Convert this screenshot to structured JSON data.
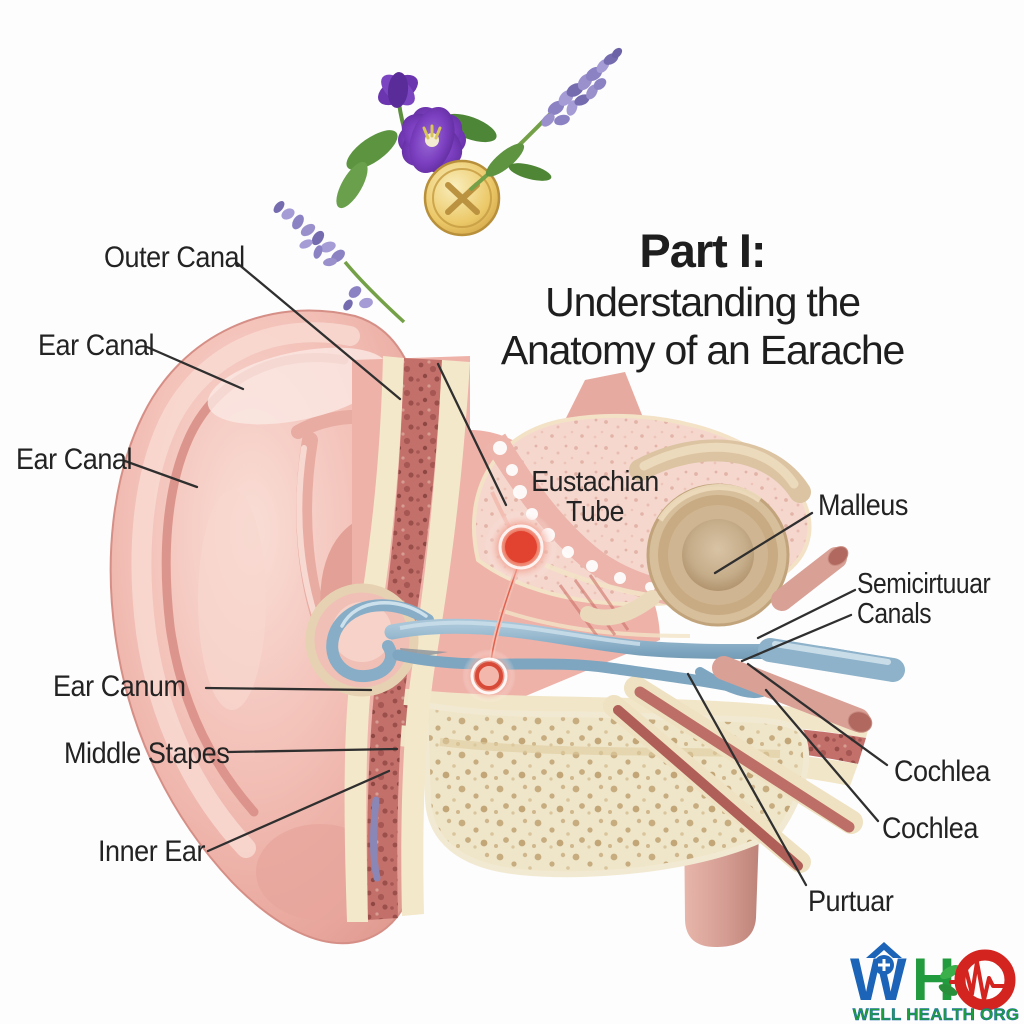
{
  "title": {
    "heading": "Part I:",
    "subtitle_line1": "Understanding the",
    "subtitle_line2": "Anatomy of an Earache"
  },
  "annotations": {
    "outer_canal": "Outer Canal",
    "ear_canal_upper": "Ear Canal",
    "ear_canal_lower": "Ear Canal",
    "eustachian_line1": "Eustachian",
    "eustachian_line2": "Tube",
    "ear_canum": "Ear Canum",
    "middle_stapes": "Middle Stapes",
    "inner_ear": "Inner Ear",
    "malleus": "Malleus",
    "semicircular_line1": "Semicirtuuar",
    "semicircular_line2": "Canals",
    "cochlea_upper": "Cochlea",
    "cochlea_lower": "Cochlea",
    "purtuar": "Purtuar"
  },
  "logo": {
    "letter_w": "W",
    "letter_h": "H",
    "tagline": "WELL HEALTH ORG",
    "color_blue": "#1c64b7",
    "color_green": "#229a3e",
    "color_red": "#d42420"
  },
  "illustration": {
    "icons": [
      "violet-flower-icon",
      "lavender-sprig-icon",
      "gold-tablet-icon",
      "ear-anatomy-illustration"
    ],
    "inflammation_color": "#e2402c",
    "leader_line_color": "#2f2f2f"
  }
}
